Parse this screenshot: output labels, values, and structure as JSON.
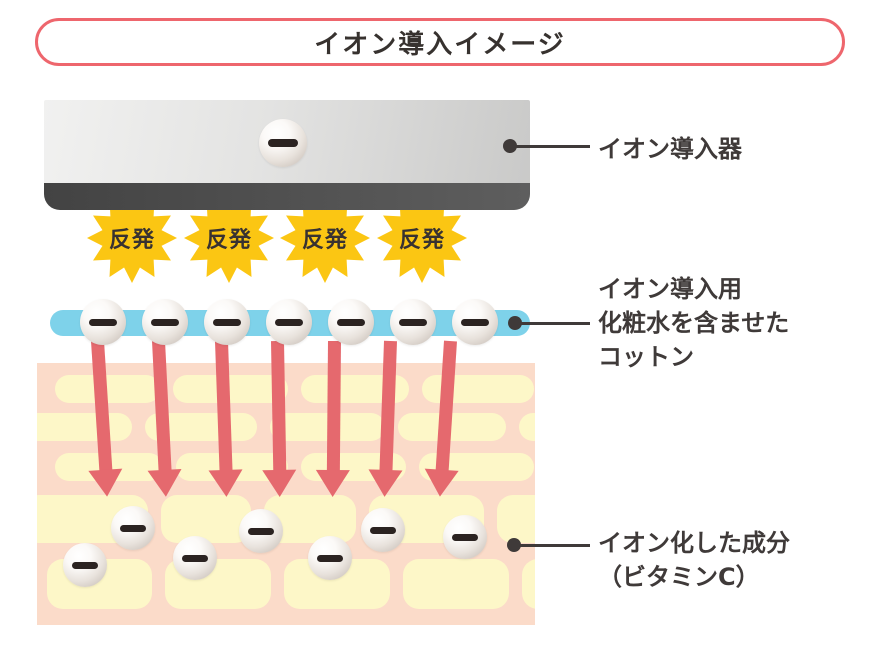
{
  "title": "イオン導入イメージ",
  "bursts": [
    "反発",
    "反発",
    "反発",
    "反発"
  ],
  "labels": {
    "device": "イオン導入器",
    "cotton_line1": "イオン導入用",
    "cotton_line2": "化粧水を含ませた",
    "cotton_line3": "コットン",
    "ionized_line1": "イオン化した成分",
    "ionized_line2": "（ビタミンC）"
  },
  "ion_counts": {
    "device": 1,
    "cotton": 7,
    "skin": 7
  },
  "colors": {
    "outline_red": "#ee666d",
    "burst_yellow": "#fbc613",
    "cotton_blue": "#7ed2ea",
    "skin_pink": "#fbdbc9",
    "skin_cell_yellow": "#fdf7c8",
    "arrow_red": "#e5696e",
    "device_gray": "#d9d9d8",
    "device_band_gray": "#4a4a4a",
    "text_dark": "#3f3a39"
  }
}
